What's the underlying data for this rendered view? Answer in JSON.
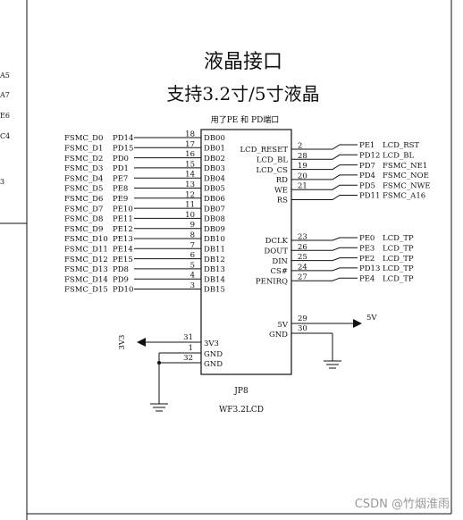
{
  "title": "液晶接口",
  "subtitle": "支持3.2寸/5寸液晶",
  "note": "用了PE 和 PD端口",
  "component": {
    "ref": "JP8",
    "value": "WF3.2LCD"
  },
  "left_pins": [
    {
      "net": "FSMC_D0",
      "port": "PD14",
      "num": "18",
      "name": "DB00"
    },
    {
      "net": "FSMC_D1",
      "port": "PD15",
      "num": "17",
      "name": "DB01"
    },
    {
      "net": "FSMC_D2",
      "port": "PD0",
      "num": "16",
      "name": "DB02"
    },
    {
      "net": "FSMC_D3",
      "port": "PD1",
      "num": "15",
      "name": "DB03"
    },
    {
      "net": "FSMC_D4",
      "port": "PE7",
      "num": "14",
      "name": "DB04"
    },
    {
      "net": "FSMC_D5",
      "port": "PE8",
      "num": "13",
      "name": "DB05"
    },
    {
      "net": "FSMC_D6",
      "port": "PE9",
      "num": "12",
      "name": "DB06"
    },
    {
      "net": "FSMC_D7",
      "port": "PE10",
      "num": "11",
      "name": "DB07"
    },
    {
      "net": "FSMC_D8",
      "port": "PE11",
      "num": "10",
      "name": "DB08"
    },
    {
      "net": "FSMC_D9",
      "port": "PE12",
      "num": "9",
      "name": "DB09"
    },
    {
      "net": "FSMC_D10",
      "port": "PE13",
      "num": "8",
      "name": "DB10"
    },
    {
      "net": "FSMC_D11",
      "port": "PE14",
      "num": "7",
      "name": "DB11"
    },
    {
      "net": "FSMC_D12",
      "port": "PE15",
      "num": "6",
      "name": "DB12"
    },
    {
      "net": "FSMC_D13",
      "port": "PD8",
      "num": "5",
      "name": "DB13"
    },
    {
      "net": "FSMC_D14",
      "port": "PD9",
      "num": "4",
      "name": "DB14"
    },
    {
      "net": "FSMC_D15",
      "port": "PD10",
      "num": "3",
      "name": "DB15"
    }
  ],
  "right_ctrl": [
    {
      "name": "LCD_RESET",
      "num": "2",
      "port": "PE1",
      "net": "LCD_RST"
    },
    {
      "name": "LCD_BL",
      "num": "28",
      "port": "PD12",
      "net": "LCD_BL"
    },
    {
      "name": "LCD_CS",
      "num": "19",
      "port": "PD7",
      "net": "FSMC_NE1"
    },
    {
      "name": "RD",
      "num": "20",
      "port": "PD4",
      "net": "FSMC_NOE"
    },
    {
      "name": "WE",
      "num": "21",
      "port": "PD5",
      "net": "FSMC_NWE"
    },
    {
      "name": "RS",
      "num": "",
      "port": "PD11",
      "net": "FSMC_A16"
    }
  ],
  "right_touch": [
    {
      "name": "DCLK",
      "num": "23",
      "port": "PE0",
      "net": "LCD_TP"
    },
    {
      "name": "DOUT",
      "num": "26",
      "port": "PE3",
      "net": "LCD_TP"
    },
    {
      "name": "DIN",
      "num": "25",
      "port": "PE2",
      "net": "LCD_TP"
    },
    {
      "name": "CS#",
      "num": "24",
      "port": "PD13",
      "net": "LCD_TP"
    },
    {
      "name": "PENIRQ",
      "num": "27",
      "port": "PE4",
      "net": "LCD_TP"
    }
  ],
  "power_right": [
    {
      "name": "5V",
      "num": "29"
    },
    {
      "name": "GND",
      "num": "30"
    }
  ],
  "power_left": [
    {
      "name": "3V3",
      "num": "31"
    },
    {
      "name": "GND",
      "num": "1"
    },
    {
      "name": "GND",
      "num": "32"
    }
  ],
  "net_5v": "5V",
  "net_3v3": "3V3",
  "edge_labels": [
    "A5",
    "A7",
    "E6",
    "C4",
    "3"
  ],
  "watermark": "CSDN @竹烟淮雨"
}
